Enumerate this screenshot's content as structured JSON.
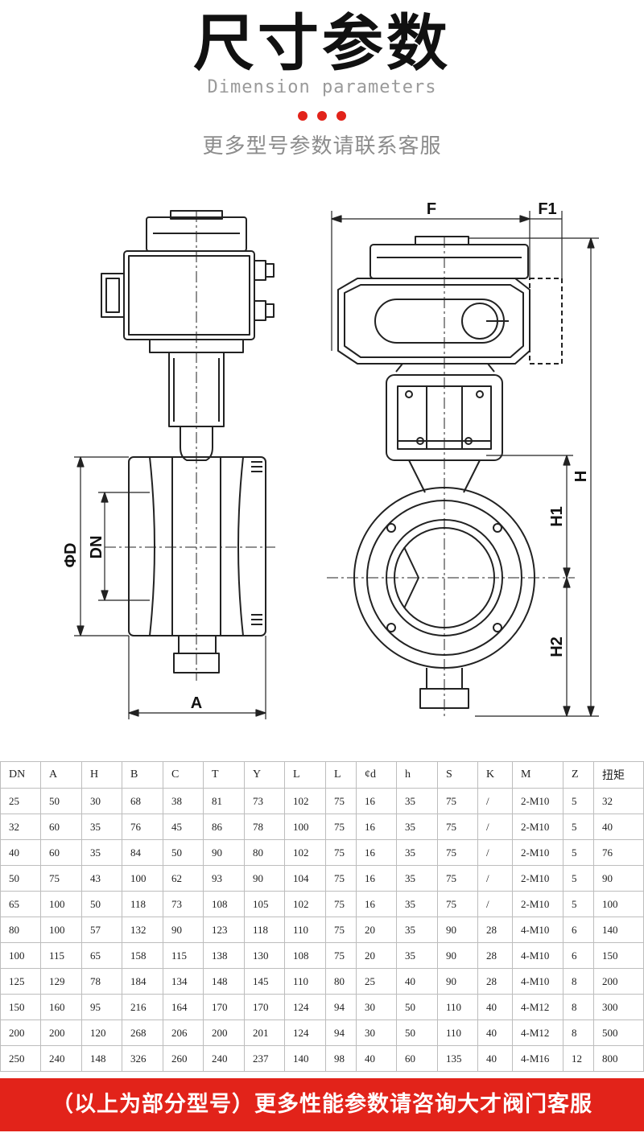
{
  "header": {
    "title": "尺寸参数",
    "subtitle": "Dimension parameters",
    "contact_note": "更多型号参数请联系客服"
  },
  "accent_color": "#e2231a",
  "drawing": {
    "labels": {
      "phi_d": "ΦD",
      "dn": "DN",
      "a": "A",
      "f": "F",
      "f1": "F1",
      "h": "H",
      "h1": "H1",
      "h2": "H2"
    }
  },
  "table": {
    "headers": [
      "DN",
      "A",
      "H",
      "B",
      "C",
      "T",
      "Y",
      "L",
      "L",
      "¢d",
      "h",
      "S",
      "K",
      "M",
      "Z",
      "扭矩"
    ],
    "rows": [
      [
        "25",
        "50",
        "30",
        "68",
        "38",
        "81",
        "73",
        "102",
        "75",
        "16",
        "35",
        "75",
        "/",
        "2-M10",
        "5",
        "32"
      ],
      [
        "32",
        "60",
        "35",
        "76",
        "45",
        "86",
        "78",
        "100",
        "75",
        "16",
        "35",
        "75",
        "/",
        "2-M10",
        "5",
        "40"
      ],
      [
        "40",
        "60",
        "35",
        "84",
        "50",
        "90",
        "80",
        "102",
        "75",
        "16",
        "35",
        "75",
        "/",
        "2-M10",
        "5",
        "76"
      ],
      [
        "50",
        "75",
        "43",
        "100",
        "62",
        "93",
        "90",
        "104",
        "75",
        "16",
        "35",
        "75",
        "/",
        "2-M10",
        "5",
        "90"
      ],
      [
        "65",
        "100",
        "50",
        "118",
        "73",
        "108",
        "105",
        "102",
        "75",
        "16",
        "35",
        "75",
        "/",
        "2-M10",
        "5",
        "100"
      ],
      [
        "80",
        "100",
        "57",
        "132",
        "90",
        "123",
        "118",
        "110",
        "75",
        "20",
        "35",
        "90",
        "28",
        "4-M10",
        "6",
        "140"
      ],
      [
        "100",
        "115",
        "65",
        "158",
        "115",
        "138",
        "130",
        "108",
        "75",
        "20",
        "35",
        "90",
        "28",
        "4-M10",
        "6",
        "150"
      ],
      [
        "125",
        "129",
        "78",
        "184",
        "134",
        "148",
        "145",
        "110",
        "80",
        "25",
        "40",
        "90",
        "28",
        "4-M10",
        "8",
        "200"
      ],
      [
        "150",
        "160",
        "95",
        "216",
        "164",
        "170",
        "170",
        "124",
        "94",
        "30",
        "50",
        "110",
        "40",
        "4-M12",
        "8",
        "300"
      ],
      [
        "200",
        "200",
        "120",
        "268",
        "206",
        "200",
        "201",
        "124",
        "94",
        "30",
        "50",
        "110",
        "40",
        "4-M12",
        "8",
        "500"
      ],
      [
        "250",
        "240",
        "148",
        "326",
        "260",
        "240",
        "237",
        "140",
        "98",
        "40",
        "60",
        "135",
        "40",
        "4-M16",
        "12",
        "800"
      ]
    ]
  },
  "footer": {
    "text": "（以上为部分型号）更多性能参数请咨询大才阀门客服"
  }
}
